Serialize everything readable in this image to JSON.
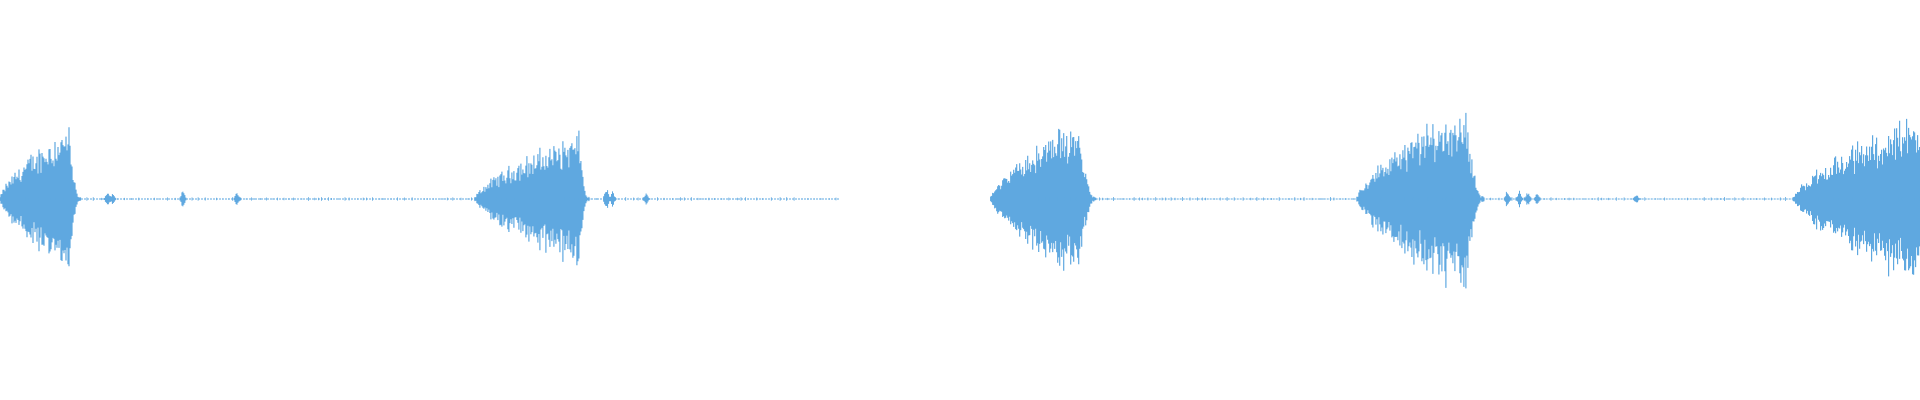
{
  "waveform": {
    "color": "#5fa8e0",
    "background": "#ffffff",
    "baseline": "center",
    "segments": [
      {
        "bursts": [
          {
            "start": 0.0,
            "peak": 0.083,
            "end": 0.0962,
            "amplitude": 0.72,
            "attack": "rising",
            "tail": "sharp-drop"
          },
          {
            "start": 0.566,
            "peak": 0.6915,
            "end": 0.702,
            "amplitude": 0.64,
            "attack": "rising",
            "tail": "sharp-drop"
          }
        ],
        "blips": [
          {
            "at": 0.128,
            "amplitude": 0.07
          },
          {
            "at": 0.134,
            "amplitude": 0.06
          },
          {
            "at": 0.218,
            "amplitude": 0.09
          },
          {
            "at": 0.2825,
            "amplitude": 0.07
          },
          {
            "at": 0.723,
            "amplitude": 0.12
          },
          {
            "at": 0.73,
            "amplitude": 0.08
          },
          {
            "at": 0.77,
            "amplitude": 0.07
          }
        ],
        "span": [
          0.0,
          0.437
        ]
      },
      {
        "bursts": [
          {
            "start": 0.0,
            "peak": 0.096,
            "end": 0.114,
            "amplitude": 0.78,
            "attack": "rising",
            "tail": "sharp-drop"
          },
          {
            "start": 0.394,
            "peak": 0.513,
            "end": 0.531,
            "amplitude": 0.92,
            "attack": "rising",
            "tail": "sharp-drop"
          },
          {
            "start": 0.864,
            "peak": 1.0,
            "end": 1.0,
            "amplitude": 0.82,
            "attack": "rising",
            "tail": "cut-off"
          }
        ],
        "blips": [
          {
            "at": 0.556,
            "amplitude": 0.1
          },
          {
            "at": 0.569,
            "amplitude": 0.09
          },
          {
            "at": 0.578,
            "amplitude": 0.08
          },
          {
            "at": 0.588,
            "amplitude": 0.07
          },
          {
            "at": 0.695,
            "amplitude": 0.05
          }
        ],
        "span": [
          0.516,
          1.0
        ]
      }
    ]
  }
}
